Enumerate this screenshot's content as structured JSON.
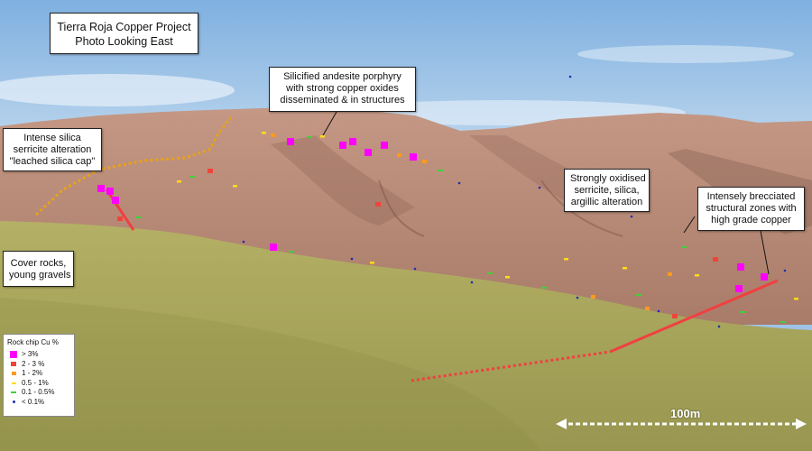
{
  "title": {
    "line1": "Tierra Roja Copper Project",
    "line2": "Photo Looking East"
  },
  "callouts": {
    "silicified": [
      "Silicified andesite porphyry",
      "with strong copper oxides",
      "disseminated & in structures"
    ],
    "silica_cap": [
      "Intense silica",
      "serricite alteration",
      "\"leached silica cap\""
    ],
    "oxidised": [
      "Strongly oxidised",
      "serricite, silica,",
      "argillic alteration"
    ],
    "brecciated": [
      "Intensely brecciated",
      "structural zones with",
      "high grade copper"
    ],
    "cover": [
      "Cover rocks,",
      "young gravels"
    ]
  },
  "legend": {
    "title": "Rock chip Cu %",
    "items": [
      {
        "label": "> 3%",
        "color": "#ff00ff",
        "symbol": "large-square"
      },
      {
        "label": "2 - 3 %",
        "color": "#f0443a",
        "symbol": "medium-square"
      },
      {
        "label": "1 - 2%",
        "color": "#ff9a1a",
        "symbol": "small-square"
      },
      {
        "label": "0.5 - 1%",
        "color": "#ffdc18",
        "symbol": "small-dash"
      },
      {
        "label": "0.1 - 0.5%",
        "color": "#3fd13a",
        "symbol": "dash"
      },
      {
        "label": "< 0.1%",
        "color": "#1b2fb0",
        "symbol": "dot"
      }
    ]
  },
  "scale_bar": {
    "label": "100m"
  },
  "colors": {
    "sky": "#9ec3e6",
    "hills": "#b98a76",
    "gravels": "#a8a85a",
    "structure_line": "#f04040",
    "leached_cap_outline": "#e7a21a"
  }
}
